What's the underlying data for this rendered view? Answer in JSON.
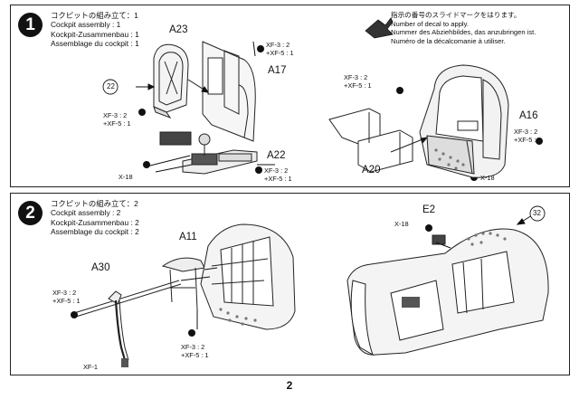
{
  "page": {
    "number": "2"
  },
  "decal_note": {
    "lines": [
      "指示の番号のスライドマークをはります。",
      "Number of decal to apply.",
      "Nummer des Abziehbildes, das anzubringen ist.",
      "Numéro de la décalcomanie à utiliser."
    ]
  },
  "step1": {
    "number": "1",
    "titles": [
      "コクピットの組み立て：1",
      "Cockpit assembly : 1",
      "Kockpit-Zusammenbau : 1",
      "Assemblage du cockpit : 1"
    ],
    "parts": {
      "a23": "A23",
      "a17": "A17",
      "a22": "A22",
      "a20": "A20",
      "a16": "A16"
    },
    "decal": "22",
    "paints": {
      "a17": [
        "XF-3 : 2",
        "+XF-5 : 1"
      ],
      "seat": [
        "XF-3 : 2",
        "+XF-5 : 1"
      ],
      "x18_left": "X-18",
      "a22": [
        "XF-3 : 2",
        "+XF-5 : 1"
      ],
      "a20": [
        "XF-3 : 2",
        "+XF-5 : 1"
      ],
      "a16": [
        "XF-3 : 2",
        "+XF-5 : 1"
      ],
      "x18_right": "X-18"
    }
  },
  "step2": {
    "number": "2",
    "titles": [
      "コクピットの組み立て：2",
      "Cockpit assembly : 2",
      "Kockpit-Zusammenbau : 2",
      "Assemblage du cockpit : 2"
    ],
    "parts": {
      "a11": "A11",
      "a30": "A30",
      "e2": "E2"
    },
    "decal": "32",
    "paints": {
      "a30": [
        "XF-3 : 2",
        "+XF-5 : 1"
      ],
      "xf1": "XF-1",
      "a11": [
        "XF-3 : 2",
        "+XF-5 : 1"
      ],
      "x18": "X-18"
    }
  }
}
